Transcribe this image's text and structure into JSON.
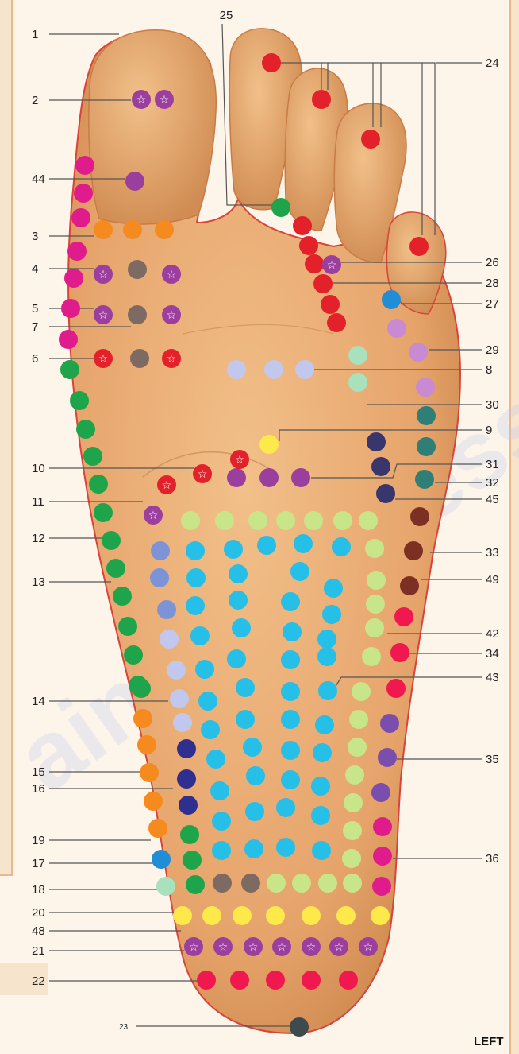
{
  "side_label": "LEFT",
  "watermark": "ainaAcupressure",
  "point_numbers": [
    "1",
    "2",
    "44",
    "3",
    "4",
    "5",
    "7",
    "6",
    "10",
    "11",
    "12",
    "13",
    "14",
    "15",
    "16",
    "19",
    "17",
    "18",
    "20",
    "48",
    "21",
    "22",
    "23",
    "25",
    "24",
    "26",
    "28",
    "27",
    "29",
    "8",
    "30",
    "9",
    "31",
    "32",
    "45",
    "33",
    "49",
    "42",
    "34",
    "43",
    "35",
    "36"
  ],
  "colors": {
    "skin": "#eab07a",
    "skin_dark": "#c9864e",
    "outline": "#d9433a",
    "red": "#e2212a",
    "magenta": "#e01c8c",
    "green": "#1ea44a",
    "orange": "#f58a1f",
    "purple": "#9b3f9e",
    "gray_brown": "#7d6a62",
    "light_lavender": "#c2c7ee",
    "yellow": "#fde94a",
    "light_green": "#c9e58a",
    "cyan": "#25bfe8",
    "periwinkle": "#7c93d8",
    "navy": "#2e2f8f",
    "dark_navy": "#39366e",
    "teal": "#2f7f77",
    "maroon": "#7b3023",
    "pink_red": "#f0184f",
    "violet": "#7a4eac",
    "light_violet": "#c78ad3",
    "blue": "#1f8ed6",
    "mint": "#a8e1bc",
    "dark_gray": "#3e4a4c"
  }
}
